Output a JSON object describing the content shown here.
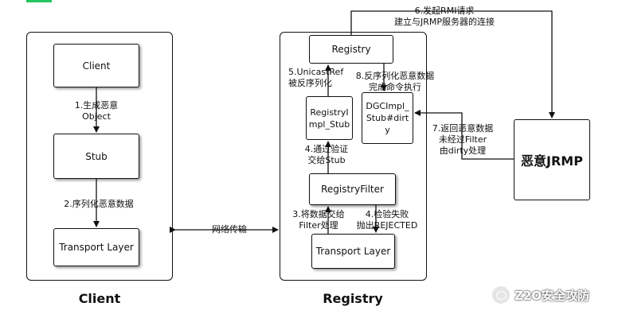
{
  "client": {
    "caption": "Client",
    "client_box": "Client",
    "stub_box": "Stub",
    "transport_box": "Transport Layer",
    "step1": [
      "1.生成恶意",
      "Object"
    ],
    "step2": "2.序列化恶意数据"
  },
  "network_label": "网络传输",
  "registry": {
    "caption": "Registry",
    "registry_box": "Registry",
    "impl_stub_box": [
      "RegistryI",
      "mpl_Stub"
    ],
    "dgc_box": [
      "DGCImpl_",
      "Stub#dirt",
      "y"
    ],
    "filter_box": "RegistryFilter",
    "transport_box": "Transport Layer",
    "step3": [
      "3.将数据交给",
      "Filter处理"
    ],
    "step4": [
      "4.通过验证",
      "交给Stub"
    ],
    "step4b": [
      "4.检验失败",
      "抛出REJECTED"
    ],
    "step5": [
      "5.UnicastRef",
      "被反序列化"
    ],
    "step8": [
      "8.反序列化恶意数据",
      "完成命令执行"
    ]
  },
  "jrmp": {
    "box": "恶意JRMP",
    "step6": [
      "6.发起RMI请求",
      "建立与JRMP服务器的连接"
    ],
    "step7": [
      "7.返回恶意数据",
      "未经过Filter",
      "由dirty处理"
    ]
  },
  "watermark": "Z2O安全攻防",
  "colors": {
    "stroke": "#111111",
    "accent": "#22c55e"
  }
}
